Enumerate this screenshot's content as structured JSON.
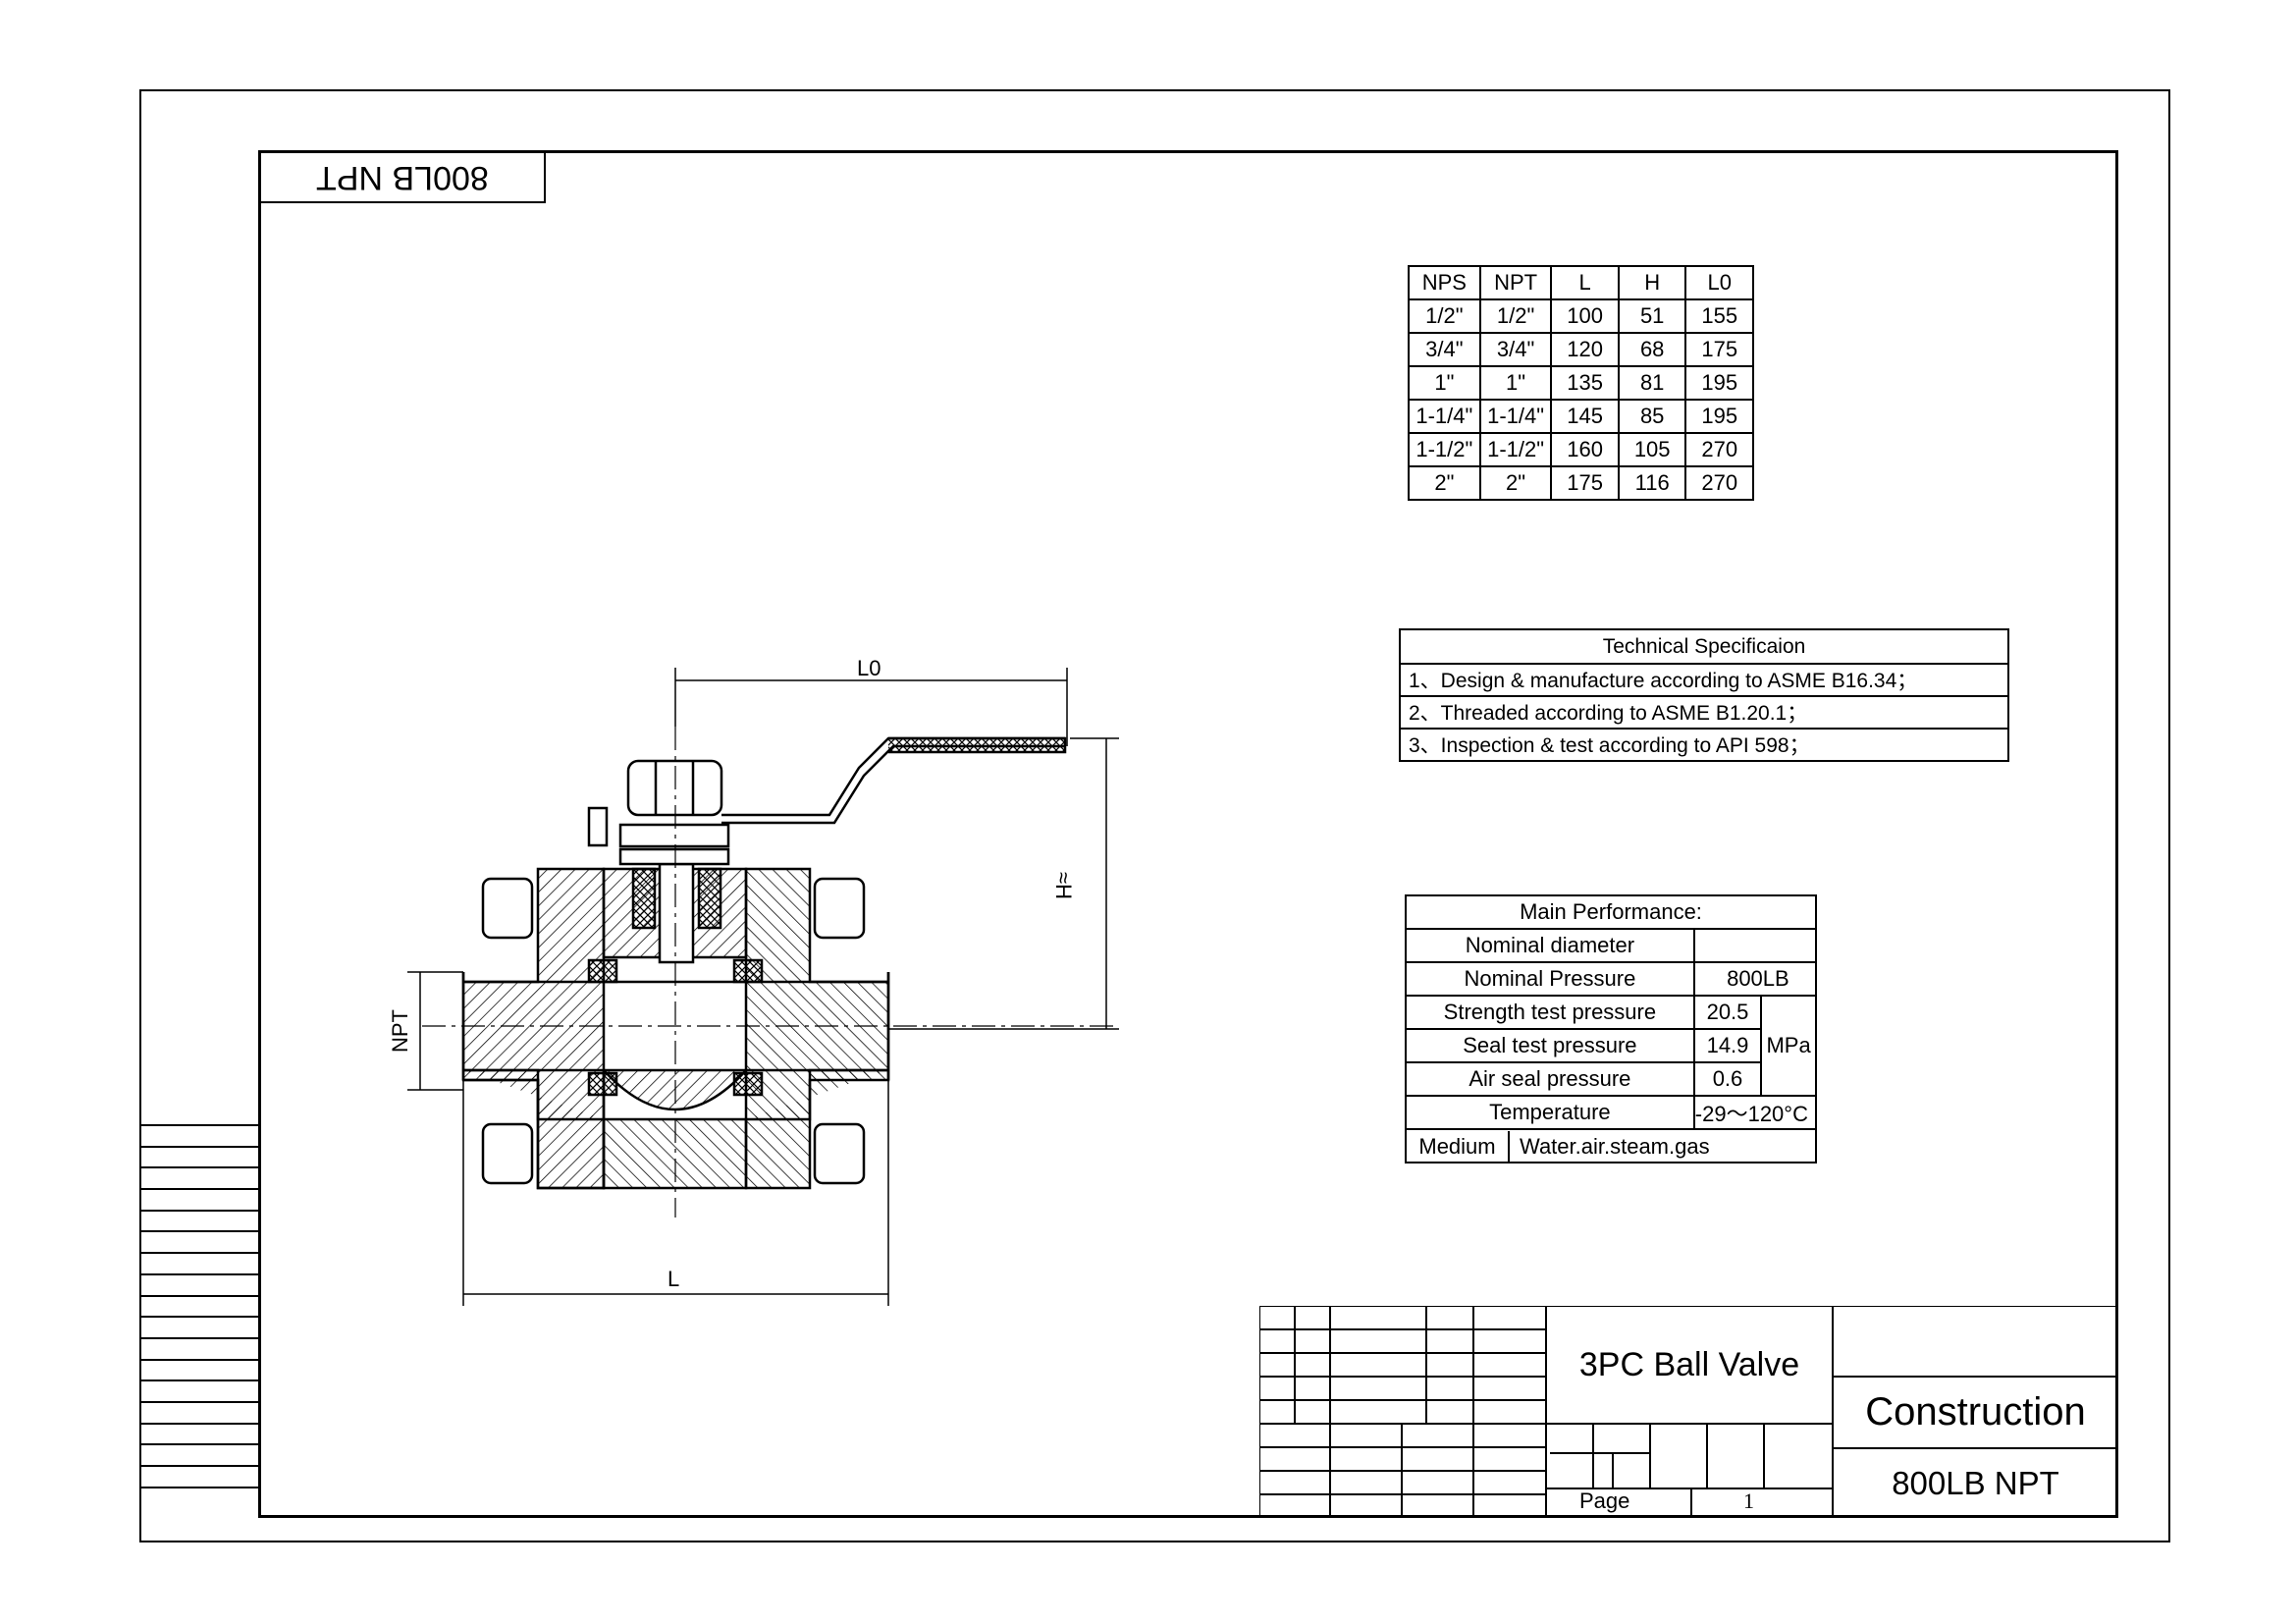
{
  "revision_label": "800LB NPT",
  "dimension_table": {
    "headers": [
      "NPS",
      "NPT",
      "L",
      "H",
      "L0"
    ],
    "rows": [
      [
        "1/2\"",
        "1/2\"",
        "100",
        "51",
        "155"
      ],
      [
        "3/4\"",
        "3/4\"",
        "120",
        "68",
        "175"
      ],
      [
        "1\"",
        "1\"",
        "135",
        "81",
        "195"
      ],
      [
        "1-1/4\"",
        "1-1/4\"",
        "145",
        "85",
        "195"
      ],
      [
        "1-1/2\"",
        "1-1/2\"",
        "160",
        "105",
        "270"
      ],
      [
        "2\"",
        "2\"",
        "175",
        "116",
        "270"
      ]
    ]
  },
  "technical_spec": {
    "title": "Technical Specificaion",
    "items": [
      "1、Design & manufacture according to ASME B16.34；",
      "2、Threaded according to ASME B1.20.1；",
      "3、Inspection & test according to API 598；"
    ]
  },
  "main_performance": {
    "title": "Main Performance:",
    "nominal_diameter_label": "Nominal diameter",
    "nominal_diameter_value": "",
    "nominal_pressure_label": "Nominal Pressure",
    "nominal_pressure_value": "800LB",
    "strength_label": "Strength test pressure",
    "strength_value": "20.5",
    "seal_label": "Seal test pressure",
    "seal_value": "14.9",
    "air_label": "Air seal pressure",
    "air_value": "0.6",
    "unit": "MPa",
    "temperature_label": "Temperature",
    "temperature_value": "-29～120°C",
    "medium_label": "Medium",
    "medium_value": "Water.air.steam.gas"
  },
  "drawing_labels": {
    "l0": "L0",
    "h": "≈H",
    "npt": "NPT",
    "l": "L"
  },
  "title_block": {
    "product": "3PC Ball Valve",
    "drawing_type": "Construction",
    "model": "800LB NPT",
    "page_label": "Page",
    "page_number": "1"
  }
}
